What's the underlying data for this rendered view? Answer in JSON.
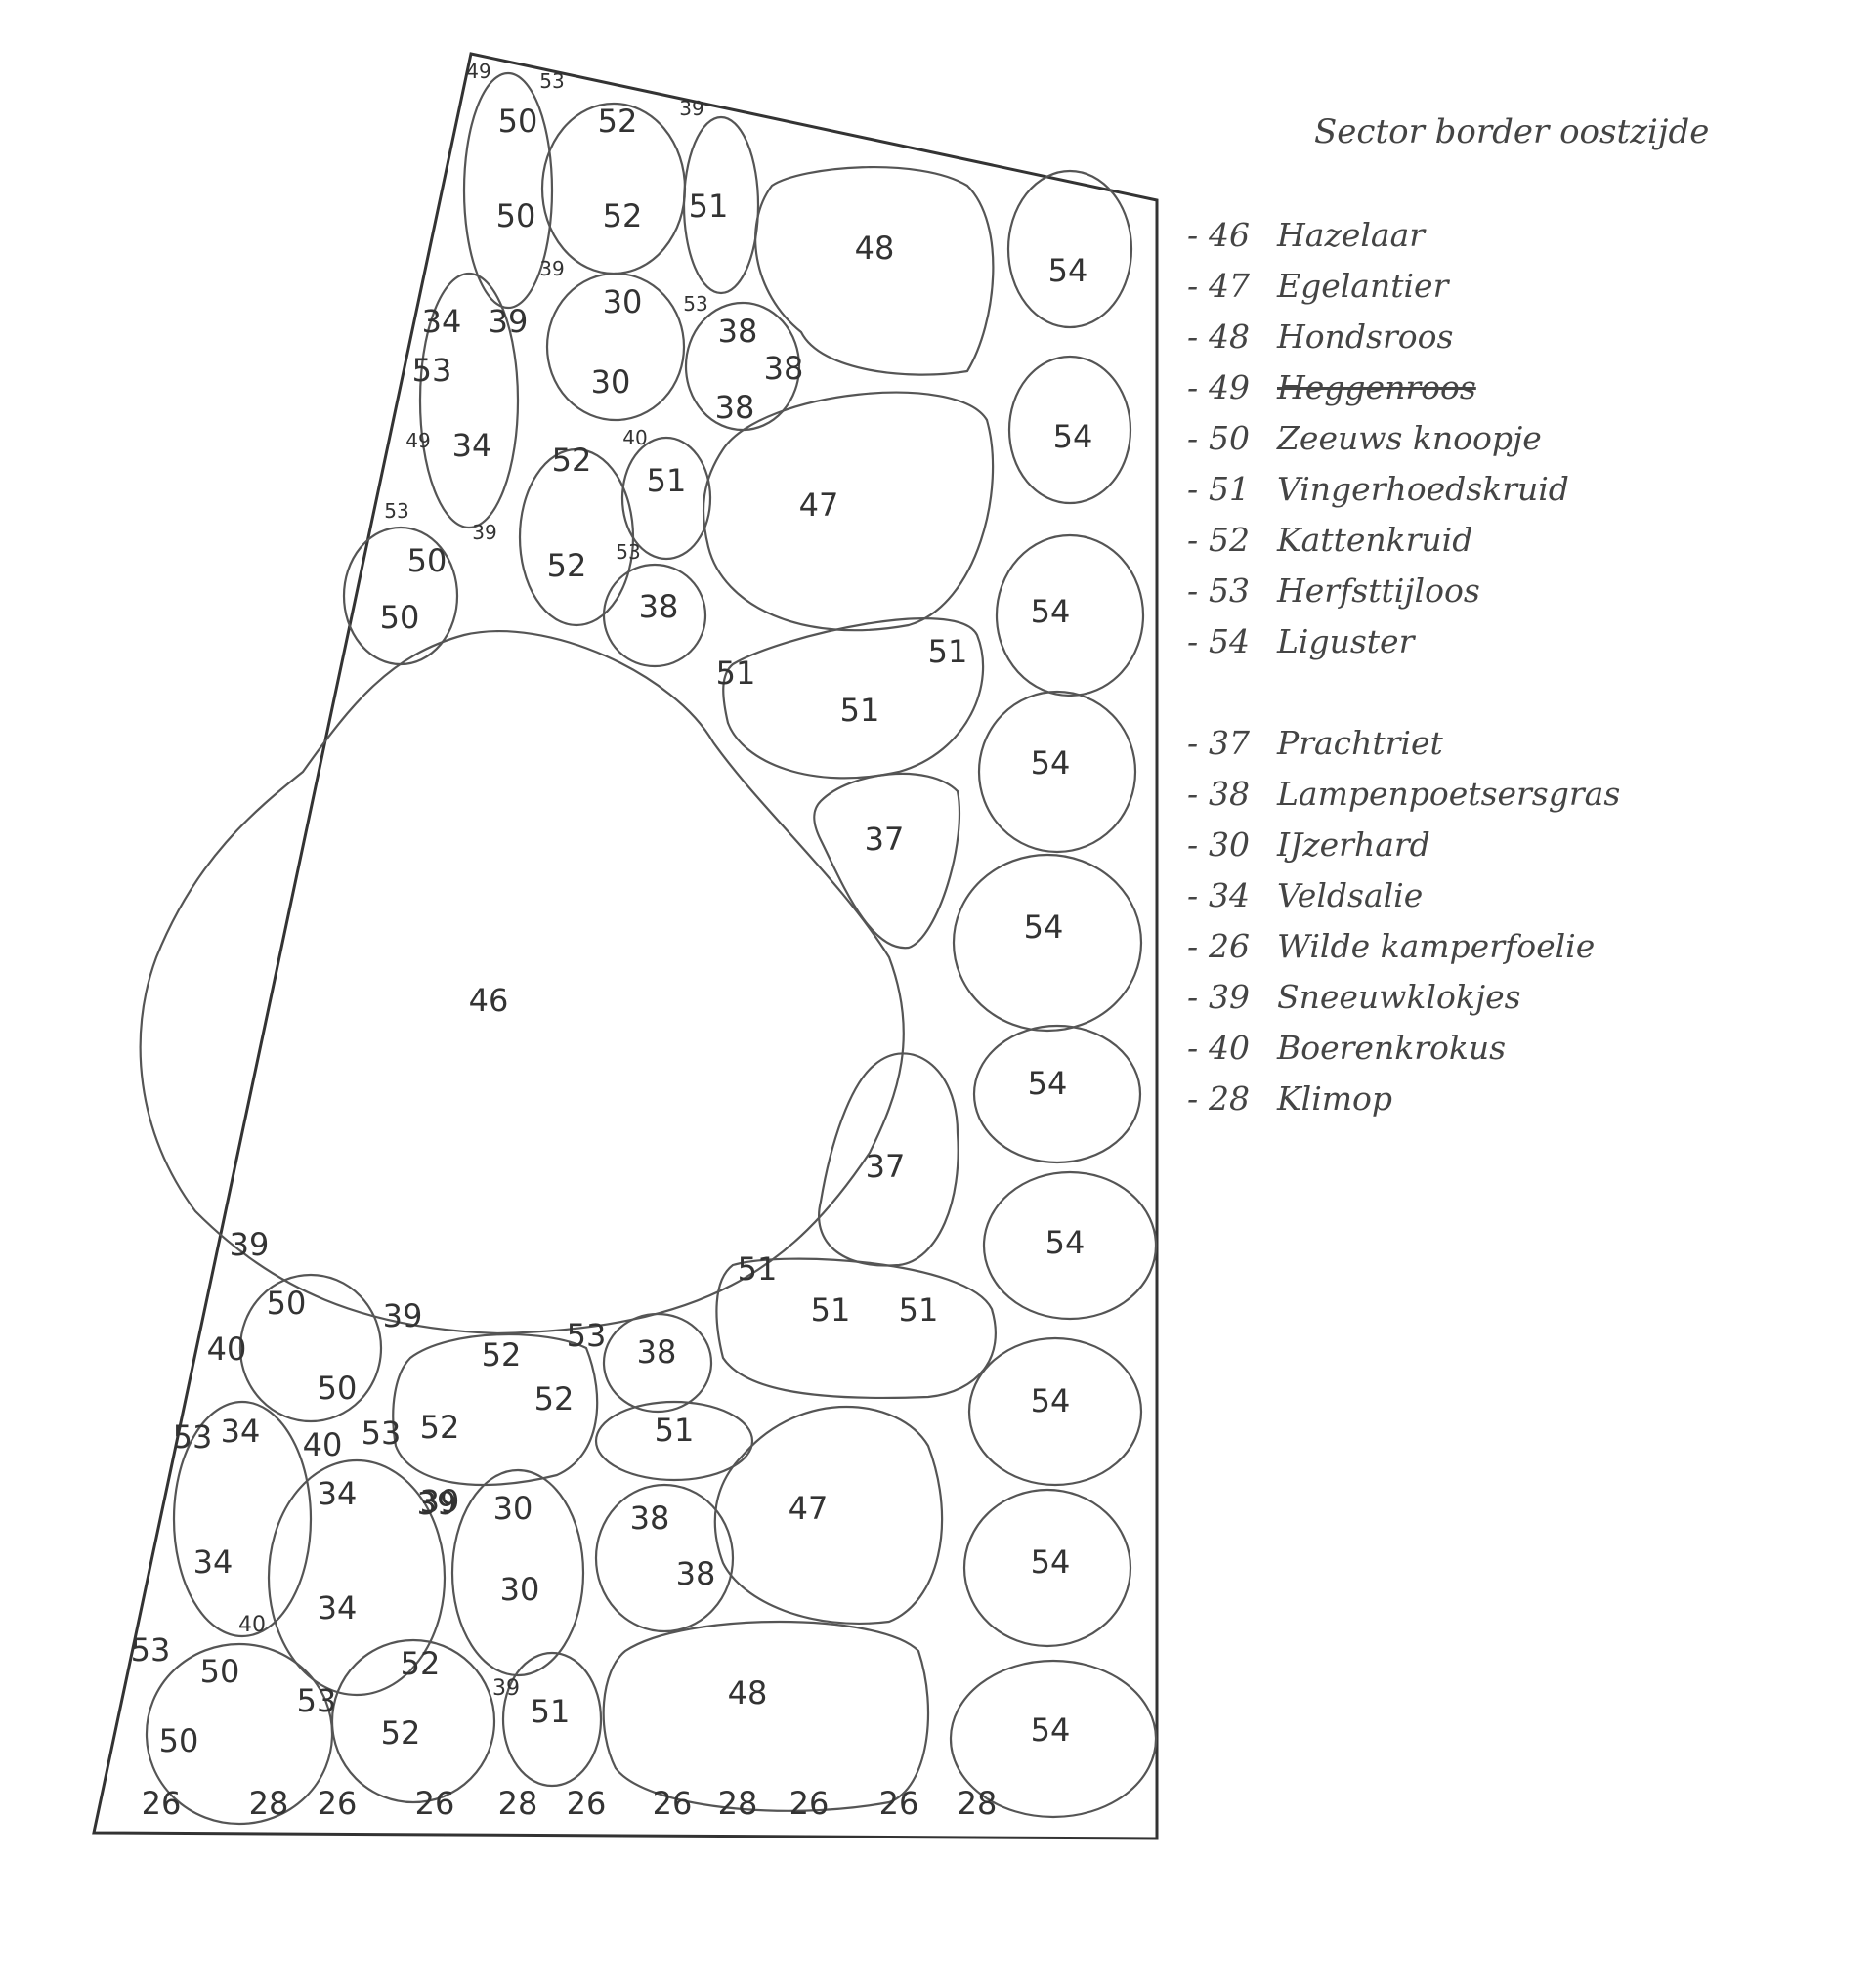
{
  "title": "Sector border oostzijde",
  "legend_shrubs": [
    {
      "num": "46",
      "name": "Hazelaar"
    },
    {
      "num": "47",
      "name": "Egelantier"
    },
    {
      "num": "48",
      "name": "Hondsroos"
    },
    {
      "num": "49",
      "name": "Heggenroos",
      "struck": true
    },
    {
      "num": "50",
      "name": "Zeeuws knoopje"
    },
    {
      "num": "51",
      "name": "Vingerhoedskruid"
    },
    {
      "num": "52",
      "name": "Kattenkruid"
    },
    {
      "num": "53",
      "name": "Herfsttijloos"
    },
    {
      "num": "54",
      "name": "Liguster"
    }
  ],
  "legend_plants": [
    {
      "num": "37",
      "name": "Prachtriet"
    },
    {
      "num": "38",
      "name": "Lampenpoetsersgras"
    },
    {
      "num": "30",
      "name": "IJzerhard"
    },
    {
      "num": "34",
      "name": "Veldsalie"
    },
    {
      "num": "26",
      "name": "Wilde kamperfoelie"
    },
    {
      "num": "39",
      "name": "Sneeuwklokjes"
    },
    {
      "num": "40",
      "name": "Boerenkrokus"
    },
    {
      "num": "28",
      "name": "Klimop"
    }
  ],
  "plot_labels": [
    "49",
    "53",
    "50",
    "50",
    "52",
    "52",
    "39",
    "51",
    "48",
    "54",
    "39",
    "34",
    "39",
    "30",
    "53",
    "38",
    "38",
    "38",
    "30",
    "53",
    "49",
    "34",
    "40",
    "52",
    "51",
    "47",
    "54",
    "53",
    "50",
    "50",
    "39",
    "52",
    "53",
    "38",
    "51",
    "51",
    "51",
    "54",
    "54",
    "37",
    "46",
    "54",
    "54",
    "37",
    "54",
    "39",
    "51",
    "51",
    "51",
    "50",
    "39",
    "53",
    "38",
    "52",
    "52",
    "40",
    "50",
    "54",
    "53",
    "34",
    "53",
    "52",
    "40",
    "51",
    "39",
    "34",
    "39",
    "30",
    "38",
    "47",
    "34",
    "34",
    "40",
    "30",
    "38",
    "54",
    "53",
    "50",
    "52",
    "53",
    "39",
    "51",
    "48",
    "50",
    "52",
    "54",
    "26",
    "28",
    "26",
    "26",
    "28",
    "26",
    "26",
    "28",
    "26",
    "26",
    "28"
  ]
}
